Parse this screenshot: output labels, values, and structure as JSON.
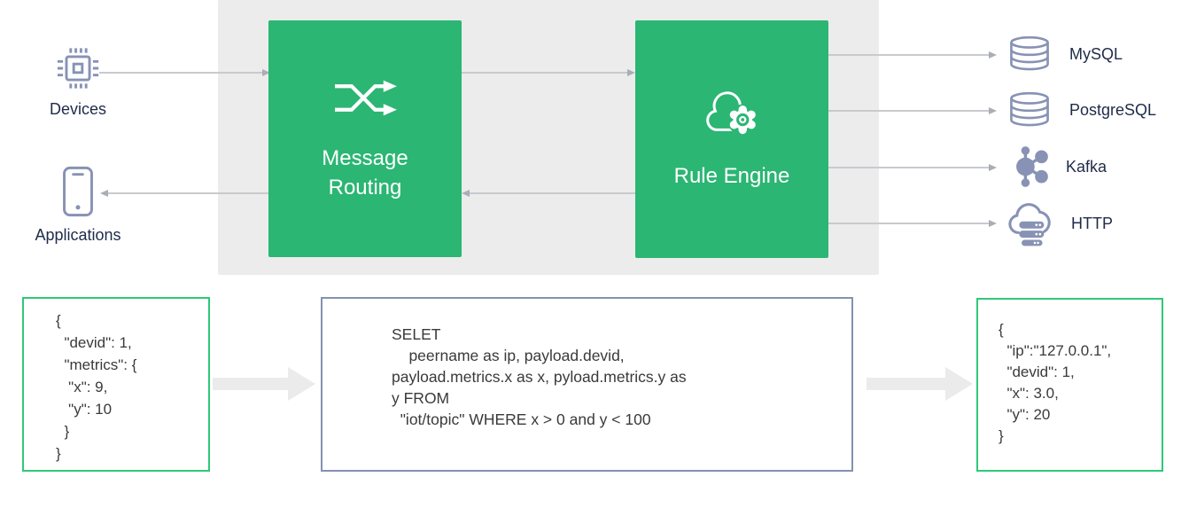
{
  "endpoints": {
    "devices_label": "Devices",
    "applications_label": "Applications"
  },
  "pipeline": {
    "message_routing_label": "Message Routing",
    "rule_engine_label": "Rule Engine"
  },
  "sinks": [
    {
      "label": "MySQL",
      "icon": "database-icon"
    },
    {
      "label": "PostgreSQL",
      "icon": "database-icon"
    },
    {
      "label": "Kafka",
      "icon": "share-nodes-icon"
    },
    {
      "label": "HTTP",
      "icon": "cloud-server-icon"
    }
  ],
  "code_blocks": {
    "input_json": "{\n  \"devid\": 1,\n  \"metrics\": {\n   \"x\": 9,\n   \"y\": 10\n  }\n}",
    "sql": "SELET\n    peername as ip, payload.devid,\npayload.metrics.x as x, pyload.metrics.y as\ny FROM\n  \"iot/topic\" WHERE x > 0 and y < 100",
    "output_json": "{\n  \"ip\":\"127.0.0.1\",\n  \"devid\": 1,\n  \"x\": 3.0,\n  \"y\": 20\n}"
  },
  "colors": {
    "accent_green": "#2bb673",
    "panel_gray": "#ececec",
    "icon_slate": "#8792b4",
    "label_navy": "#1e2b49",
    "code_text": "#3a3a3a",
    "json_box_border": "#2fc878",
    "sql_box_border": "#8591b2",
    "connector_gray": "#c8cace",
    "block_arrow_gray": "#ebebeb"
  }
}
